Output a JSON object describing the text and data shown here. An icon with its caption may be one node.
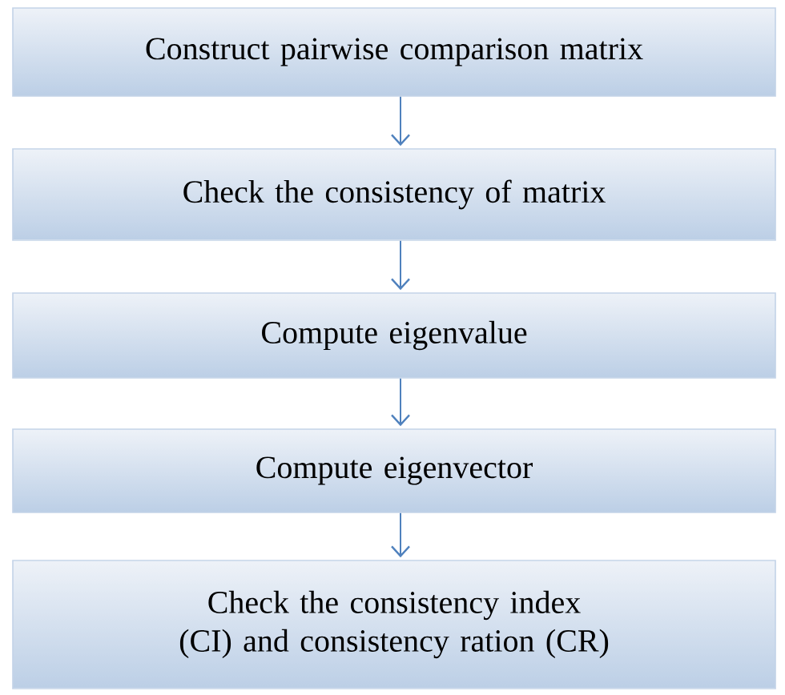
{
  "diagram": {
    "nodes": [
      {
        "text": [
          "Construct pairwise  comparison matrix"
        ]
      },
      {
        "text": [
          "Check the consistency of matrix"
        ]
      },
      {
        "text": [
          "Compute eigenvalue"
        ]
      },
      {
        "text": [
          "Compute eigenvector"
        ]
      },
      {
        "text": [
          "Check the consistency index (CI) and consistency ration (CR)"
        ]
      }
    ],
    "edges": [
      {
        "from": 0,
        "to": 1,
        "arrow": "to"
      },
      {
        "from": 1,
        "to": 2,
        "arrow": "to"
      },
      {
        "from": 2,
        "to": 3,
        "arrow": "to"
      },
      {
        "from": 3,
        "to": 4,
        "arrow": "to"
      }
    ]
  }
}
